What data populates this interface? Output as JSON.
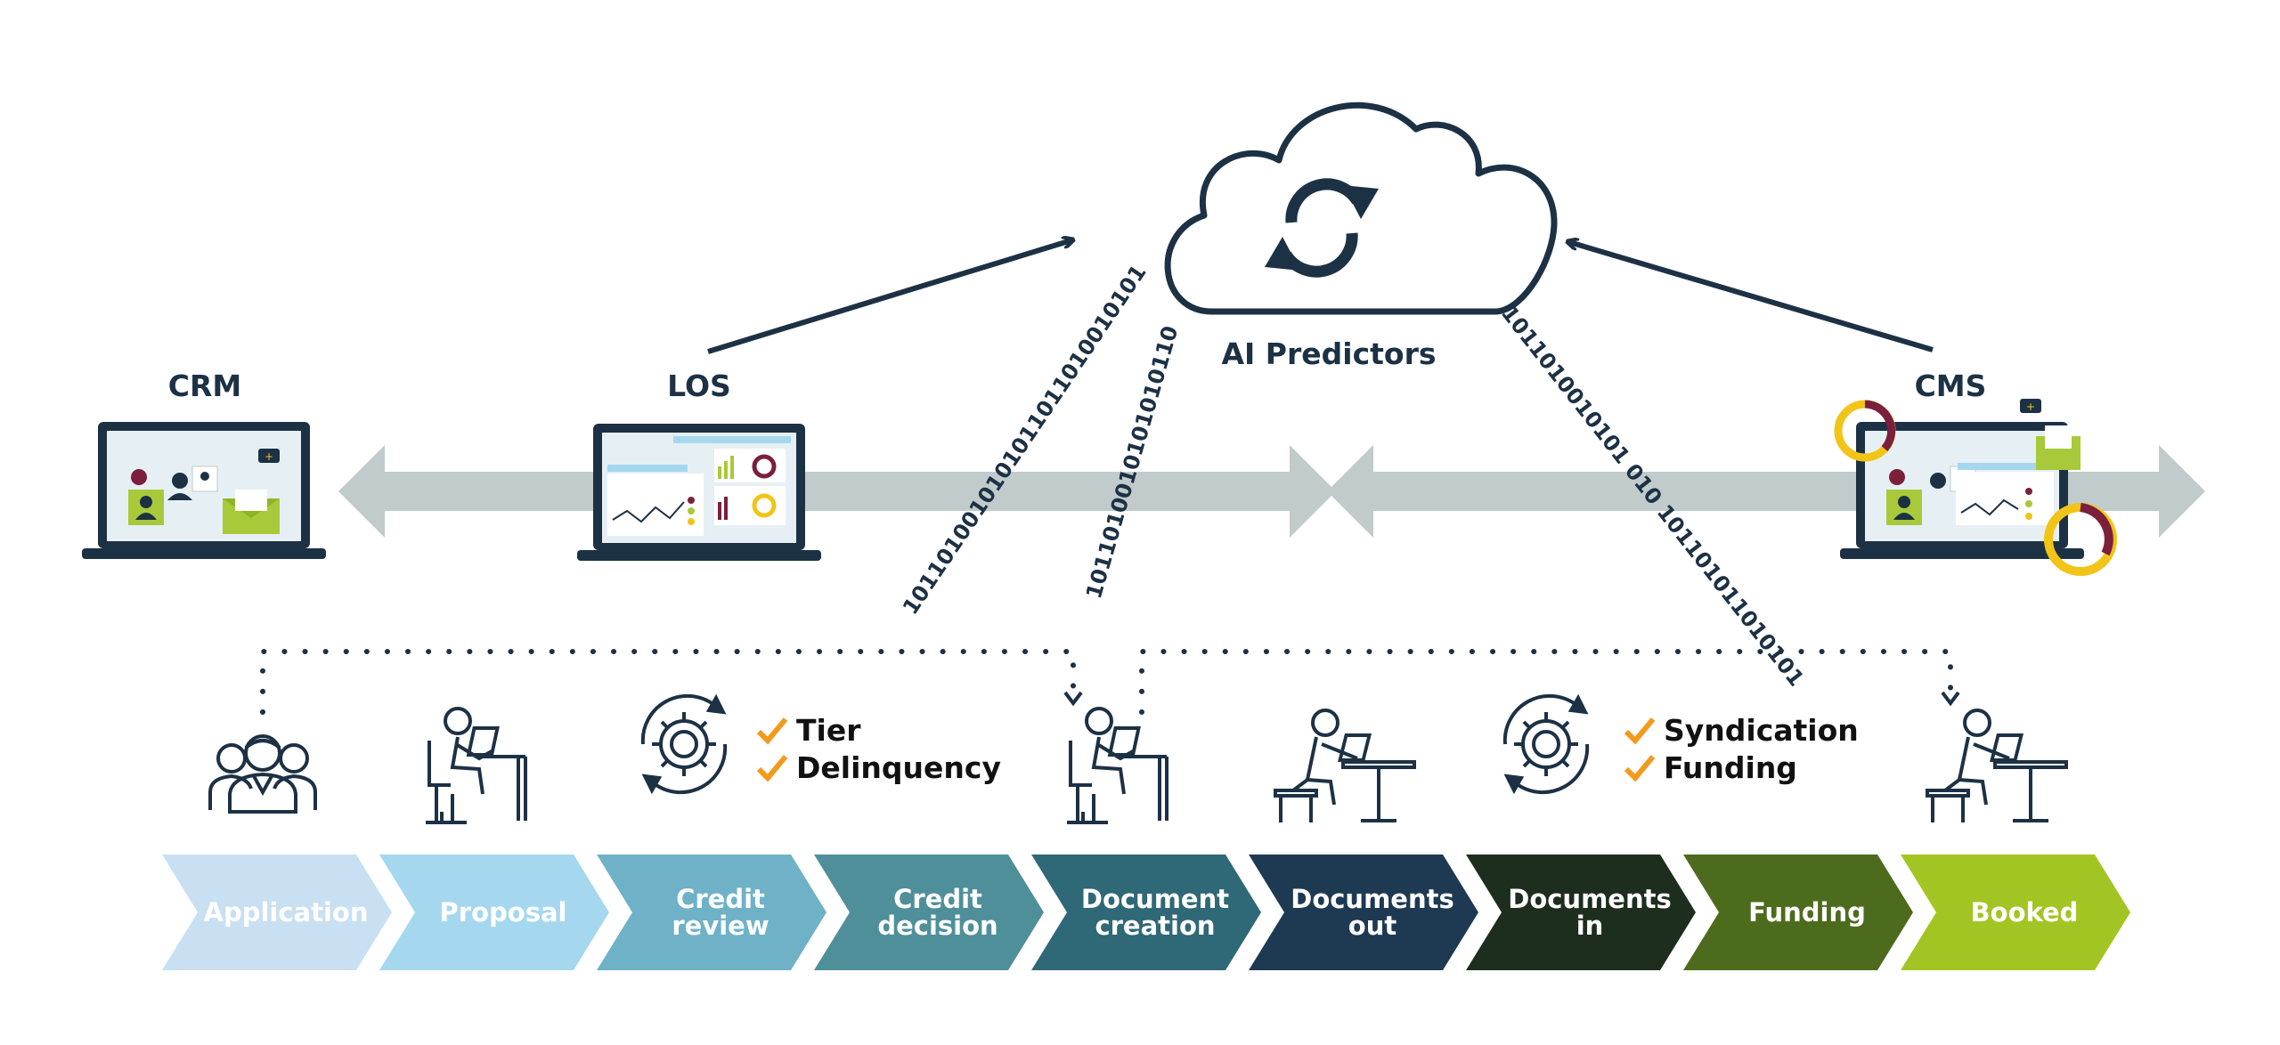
{
  "systems": {
    "crm": "CRM",
    "los": "LOS",
    "cms": "CMS",
    "ai": "AI Predictors"
  },
  "binary": {
    "left_outer": "1011010010101011011010010101",
    "left_inner": "1011010010101010110",
    "right": "1011010010101 010 101101011010101"
  },
  "checks": {
    "left": [
      "Tier",
      "Delinquency"
    ],
    "right": [
      "Syndication",
      "Funding"
    ]
  },
  "stages": [
    {
      "label": "Application",
      "color": "#c8e0f1"
    },
    {
      "label": "Proposal",
      "color": "#a5d8ef"
    },
    {
      "label": "Credit\nreview",
      "color": "#6fb2c7"
    },
    {
      "label": "Credit\ndecision",
      "color": "#4f8f9a"
    },
    {
      "label": "Document\ncreation",
      "color": "#2f6876"
    },
    {
      "label": "Documents\nout",
      "color": "#1e3a52"
    },
    {
      "label": "Documents\nin",
      "color": "#1d2d1e"
    },
    {
      "label": "Funding",
      "color": "#4d6b1d"
    },
    {
      "label": "Booked",
      "color": "#a3c524"
    }
  ],
  "colors": {
    "navy": "#1d3145",
    "arrow_gray": "#c1cbcb",
    "lime": "#a8c93a",
    "orange": "#f39a1e",
    "maroon": "#7b1f3c",
    "yellow": "#f2c417"
  }
}
